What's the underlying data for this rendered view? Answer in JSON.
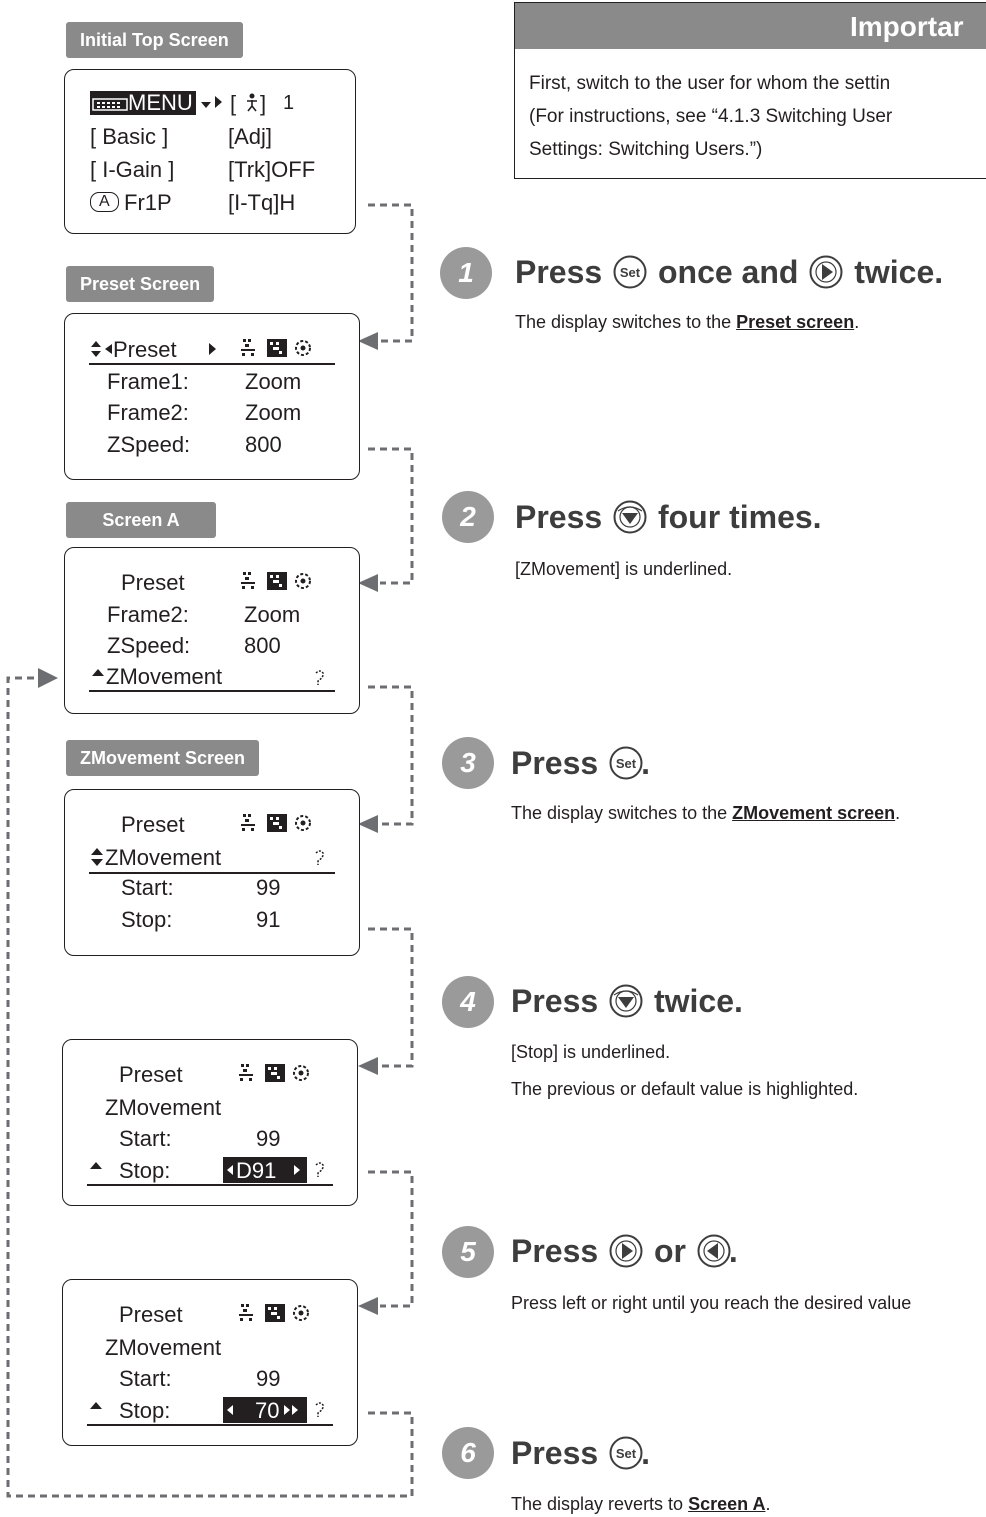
{
  "labels": {
    "initial_top": "Initial Top Screen",
    "preset": "Preset Screen",
    "screen_a": "Screen A",
    "zmovement": "ZMovement Screen"
  },
  "important": {
    "title": "Importar",
    "line1": "First, switch to the user for whom the settin",
    "line2": "(For instructions, see “4.1.3 Switching User",
    "line3": "Settings: Switching Users.”)"
  },
  "lcd_top": {
    "menu": "MENU",
    "user_bracket": "[ ",
    "user_close": "]",
    "user_num": "1",
    "basic": "[ Basic ]",
    "adj": "[Adj]",
    "igain": "[ I-Gain ]",
    "trk": "[Trk]OFF",
    "a_key": "A",
    "fr1p": "Fr1P",
    "itq": "[I-Tq]H"
  },
  "lcd_preset": {
    "title": "Preset",
    "frame1_label": "Frame1:",
    "frame1_value": "Zoom",
    "frame2_label": "Frame2:",
    "frame2_value": "Zoom",
    "zspeed_label": "ZSpeed:",
    "zspeed_value": "800"
  },
  "lcd_screen_a": {
    "title": "Preset",
    "frame2_label": "Frame2:",
    "frame2_value": "Zoom",
    "zspeed_label": "ZSpeed:",
    "zspeed_value": "800",
    "zmovement": "ZMovement"
  },
  "lcd_zmov": {
    "title": "Preset",
    "zmovement": "ZMovement",
    "start_label": "Start:",
    "start_value": "99",
    "stop_label": "Stop:",
    "stop_value": "91"
  },
  "lcd_step4": {
    "title": "Preset",
    "zmovement": "ZMovement",
    "start_label": "Start:",
    "start_value": "99",
    "stop_label": "Stop:",
    "stop_value": "D91"
  },
  "lcd_step5": {
    "title": "Preset",
    "zmovement": "ZMovement",
    "start_label": "Start:",
    "start_value": "99",
    "stop_label": "Stop:",
    "stop_value": "70"
  },
  "steps": [
    {
      "num": "1",
      "press": "Press",
      "mid": "once and",
      "end": "twice.",
      "desc_pre": "The display switches to the ",
      "desc_link": "Preset screen",
      "desc_post": "."
    },
    {
      "num": "2",
      "press": "Press",
      "end": "four times.",
      "desc": "[ZMovement] is underlined."
    },
    {
      "num": "3",
      "press": "Press",
      "end": ".",
      "desc_pre": "The display switches to the ",
      "desc_link": "ZMovement screen",
      "desc_post": "."
    },
    {
      "num": "4",
      "press": "Press",
      "end": "twice.",
      "desc1": "[Stop] is underlined.",
      "desc2": "The previous or default value is highlighted."
    },
    {
      "num": "5",
      "press": "Press",
      "mid": "or",
      "end": ".",
      "desc": "Press left or right until you reach the desired value"
    },
    {
      "num": "6",
      "press": "Press",
      "end": ".",
      "desc_pre": "The display reverts to ",
      "desc_link": "Screen A",
      "desc_post": "."
    }
  ],
  "icons": {
    "set_button": "set-button-icon",
    "right_button": "right-arrow-button-icon",
    "left_button": "left-arrow-button-icon",
    "down_button": "down-arrow-button-icon"
  },
  "colors": {
    "label_bg": "#8a8a8a",
    "step_circle": "#9a9a9a",
    "text": "#231f20"
  }
}
